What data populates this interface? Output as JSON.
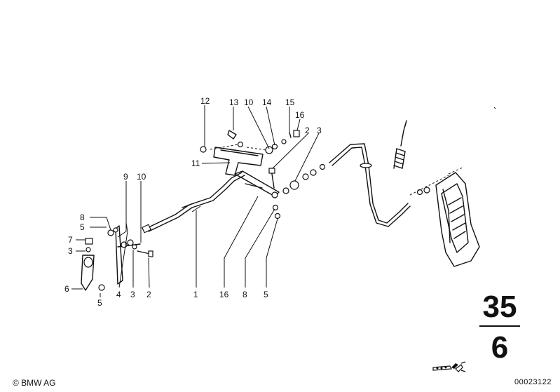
{
  "diagram": {
    "labels": [
      {
        "id": "12",
        "text": "12"
      },
      {
        "id": "13",
        "text": "13"
      },
      {
        "id": "10a",
        "text": "10"
      },
      {
        "id": "14",
        "text": "14"
      },
      {
        "id": "15",
        "text": "15"
      },
      {
        "id": "16a",
        "text": "16"
      },
      {
        "id": "2a",
        "text": "2"
      },
      {
        "id": "3a",
        "text": "3"
      },
      {
        "id": "11",
        "text": "11"
      },
      {
        "id": "9",
        "text": "9"
      },
      {
        "id": "10b",
        "text": "10"
      },
      {
        "id": "8a",
        "text": "8"
      },
      {
        "id": "5a",
        "text": "5"
      },
      {
        "id": "7",
        "text": "7"
      },
      {
        "id": "3b",
        "text": "3"
      },
      {
        "id": "6",
        "text": "6"
      },
      {
        "id": "5b",
        "text": "5"
      },
      {
        "id": "4",
        "text": "4"
      },
      {
        "id": "3c",
        "text": "3"
      },
      {
        "id": "2b",
        "text": "2"
      },
      {
        "id": "1",
        "text": "1"
      },
      {
        "id": "16b",
        "text": "16"
      },
      {
        "id": "8b",
        "text": "8"
      },
      {
        "id": "5c",
        "text": "5"
      }
    ]
  },
  "group": {
    "main": "35",
    "sub": "6"
  },
  "footer": {
    "copyright": "© BMW AG",
    "diagram_id": "00023122"
  },
  "icons": {
    "view_icon": "pedal-view-icon"
  }
}
